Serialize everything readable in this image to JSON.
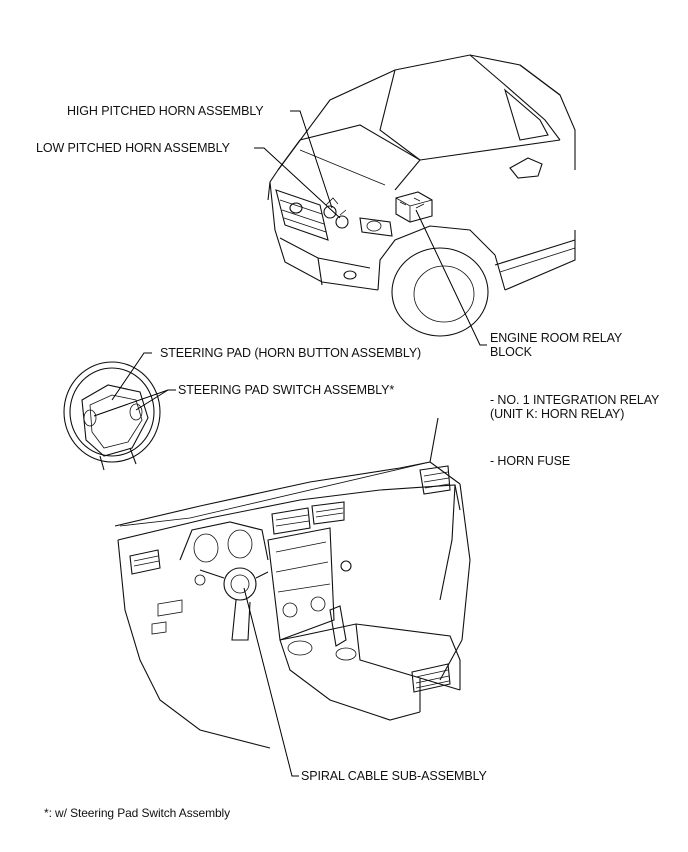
{
  "labels": {
    "high_horn": "HIGH PITCHED HORN ASSEMBLY",
    "low_horn": "LOW PITCHED HORN ASSEMBLY",
    "relay_block_1": "ENGINE ROOM RELAY",
    "relay_block_2": "BLOCK",
    "integration_1": "- NO. 1 INTEGRATION RELAY",
    "integration_2": "(UNIT K: HORN RELAY)",
    "horn_fuse": "- HORN FUSE",
    "steering_pad": "STEERING PAD (HORN BUTTON ASSEMBLY)",
    "steering_switch": "STEERING PAD SWITCH ASSEMBLY*",
    "spiral_cable": "SPIRAL CABLE SUB-ASSEMBLY",
    "footnote": "*: w/ Steering Pad Switch Assembly"
  }
}
